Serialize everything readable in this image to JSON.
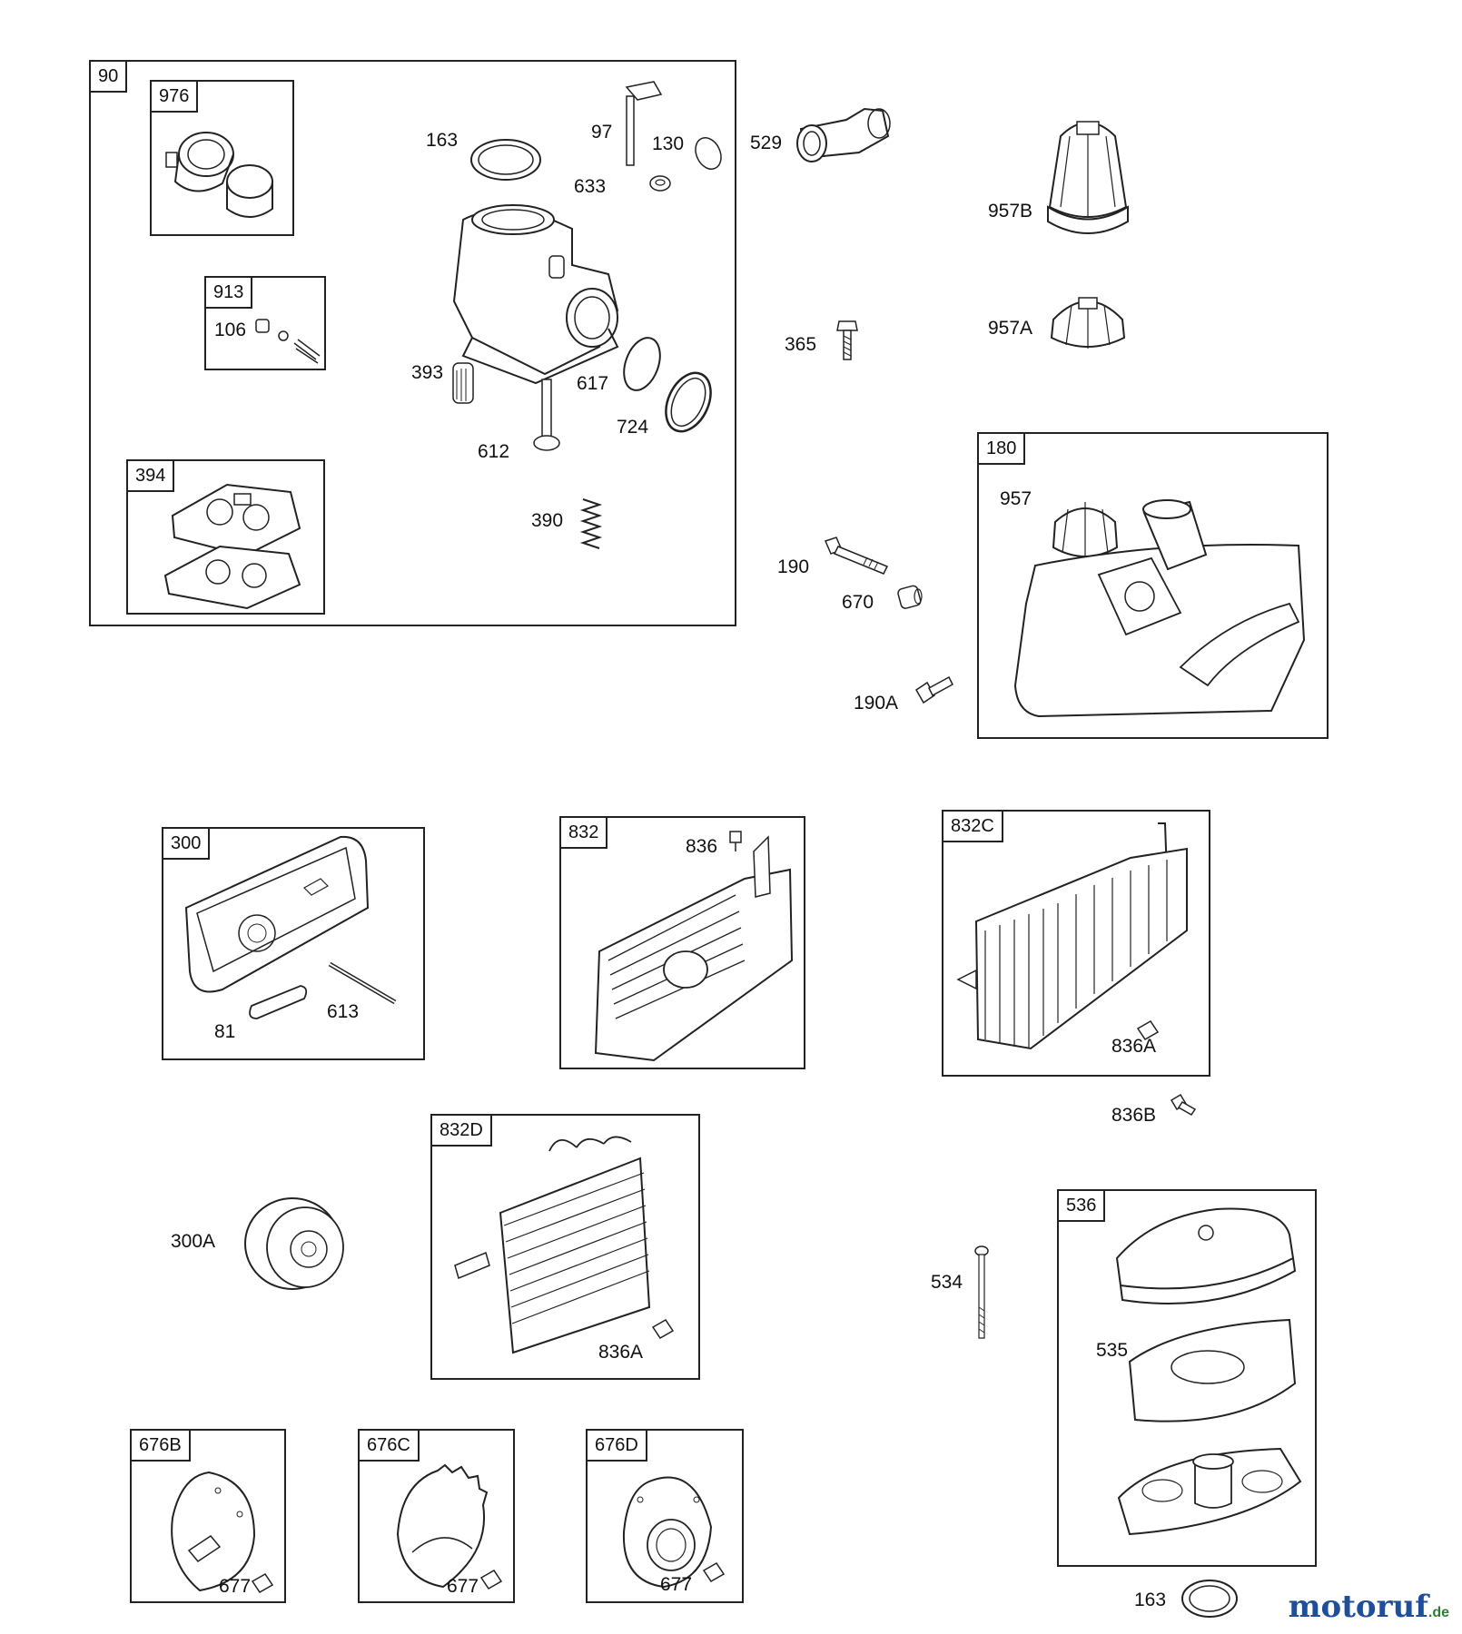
{
  "assemblies": {
    "a90": "90",
    "a976": "976",
    "a913": "913",
    "a394": "394",
    "a180": "180",
    "a300": "300",
    "a832": "832",
    "a832c": "832C",
    "a832d": "832D",
    "a536": "536",
    "a676b": "676B",
    "a676c": "676C",
    "a676d": "676D"
  },
  "parts": {
    "p163a": "163",
    "p97": "97",
    "p130": "130",
    "p633": "633",
    "p106": "106",
    "p393": "393",
    "p617": "617",
    "p724": "724",
    "p612": "612",
    "p390": "390",
    "p529": "529",
    "p957b": "957B",
    "p365": "365",
    "p957a": "957A",
    "p957": "957",
    "p190": "190",
    "p670": "670",
    "p190a": "190A",
    "p836": "836",
    "p81": "81",
    "p613": "613",
    "p836a_1": "836A",
    "p836b": "836B",
    "p300a": "300A",
    "p836a_2": "836A",
    "p534": "534",
    "p535": "535",
    "p677_1": "677",
    "p677_2": "677",
    "p677_3": "677",
    "p163b": "163"
  },
  "watermark": {
    "main": "motoruf",
    "tld": ".de"
  }
}
